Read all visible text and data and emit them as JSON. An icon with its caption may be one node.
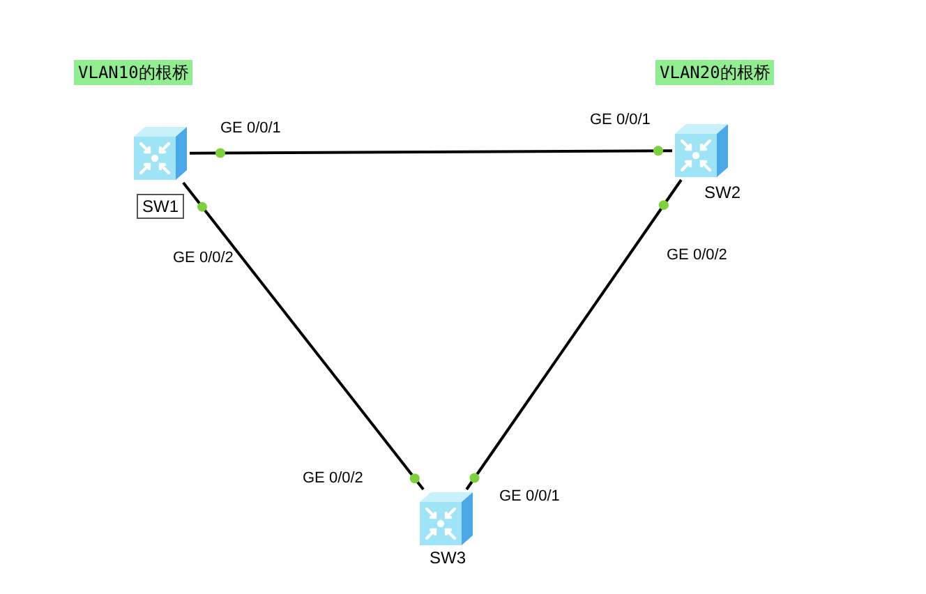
{
  "diagram": {
    "nodes": [
      {
        "text": [
          "SW1"
        ],
        "beside": [
          "VLAN10的根桥"
        ]
      },
      {
        "text": [
          "SW2"
        ],
        "beside": [
          "VLAN20的根桥"
        ]
      },
      {
        "text": [
          "SW3"
        ]
      }
    ],
    "edges": [
      {
        "from": 0,
        "to": 1,
        "arrow": "none"
      },
      {
        "from": 0,
        "to": 2,
        "arrow": "none"
      },
      {
        "from": 1,
        "to": 2,
        "arrow": "none"
      }
    ],
    "labels": [
      "GE 0/0/1",
      "GE 0/0/1",
      "GE 0/0/2",
      "GE 0/0/2",
      "GE 0/0/2",
      "GE 0/0/1"
    ]
  }
}
